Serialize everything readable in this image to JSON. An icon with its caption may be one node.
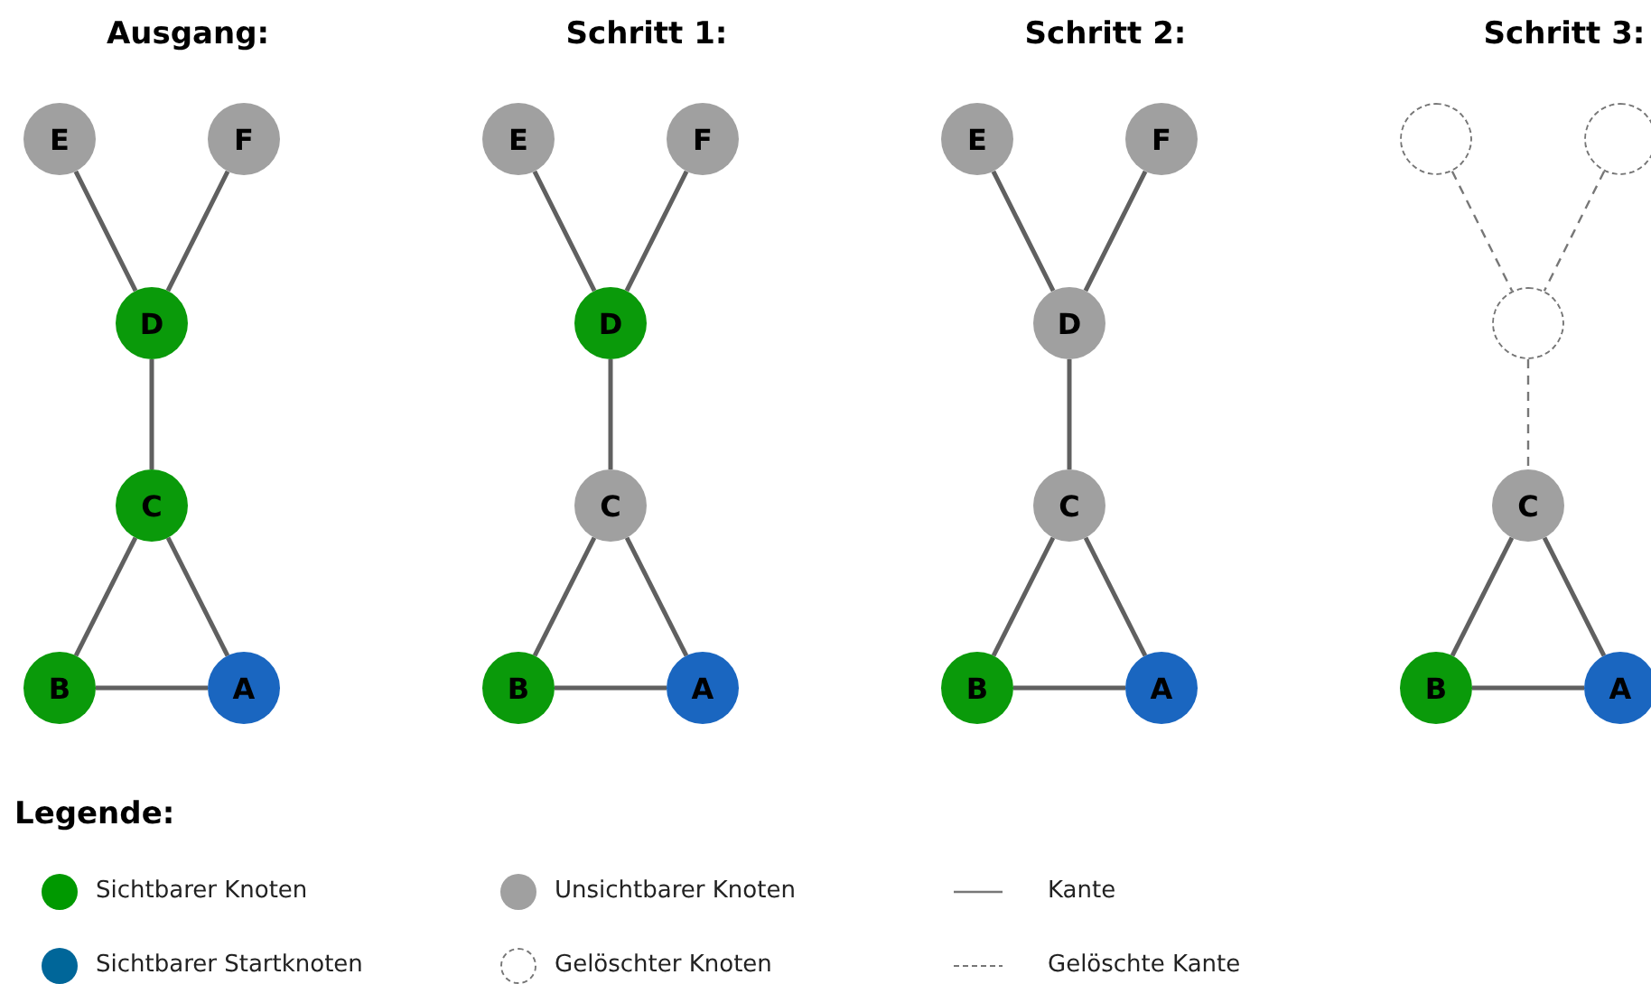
{
  "diagram": {
    "nodes": [
      {
        "text": [
          "E"
        ]
      },
      {
        "text": [
          "F"
        ]
      },
      {
        "text": [
          "D"
        ]
      },
      {
        "text": [
          "C"
        ]
      },
      {
        "text": [
          "B"
        ]
      },
      {
        "text": [
          "A"
        ]
      },
      {
        "text": [
          "E"
        ]
      },
      {
        "text": [
          "F"
        ]
      },
      {
        "text": [
          "D"
        ]
      },
      {
        "text": [
          "C"
        ]
      },
      {
        "text": [
          "B"
        ]
      },
      {
        "text": [
          "A"
        ]
      },
      {
        "text": [
          "E"
        ]
      },
      {
        "text": [
          "F"
        ]
      },
      {
        "text": [
          "D"
        ]
      },
      {
        "text": [
          "C"
        ]
      },
      {
        "text": [
          "B"
        ]
      },
      {
        "text": [
          "A"
        ]
      },
      {
        "text": [],
        "shape": "circle"
      },
      {
        "text": [],
        "shape": "circle"
      },
      {
        "text": [],
        "shape": "circle"
      },
      {
        "text": [
          "C"
        ]
      },
      {
        "text": [
          "B"
        ]
      },
      {
        "text": [
          "A"
        ]
      }
    ],
    "edges": [
      {
        "from": 0,
        "to": 2,
        "arrow": "none"
      },
      {
        "from": 1,
        "to": 2,
        "arrow": "none"
      },
      {
        "from": 2,
        "to": 3,
        "arrow": "none"
      },
      {
        "from": 3,
        "to": 4,
        "arrow": "none"
      },
      {
        "from": 3,
        "to": 5,
        "arrow": "none"
      },
      {
        "from": 4,
        "to": 5,
        "arrow": "none"
      },
      {
        "from": 6,
        "to": 8,
        "arrow": "none"
      },
      {
        "from": 7,
        "to": 8,
        "arrow": "none"
      },
      {
        "from": 8,
        "to": 9,
        "arrow": "none"
      },
      {
        "from": 9,
        "to": 10,
        "arrow": "none"
      },
      {
        "from": 9,
        "to": 11,
        "arrow": "none"
      },
      {
        "from": 10,
        "to": 11,
        "arrow": "none"
      },
      {
        "from": 12,
        "to": 14,
        "arrow": "none"
      },
      {
        "from": 13,
        "to": 14,
        "arrow": "none"
      },
      {
        "from": 14,
        "to": 15,
        "arrow": "none"
      },
      {
        "from": 15,
        "to": 16,
        "arrow": "none"
      },
      {
        "from": 15,
        "to": 17,
        "arrow": "none"
      },
      {
        "from": 16,
        "to": 17,
        "arrow": "none"
      },
      {
        "from": 18,
        "to": 20,
        "arrow": "none",
        "style": "dashed",
        "color": "#777777"
      },
      {
        "from": 19,
        "to": 20,
        "arrow": "none",
        "style": "dashed",
        "color": "#777777"
      },
      {
        "from": 20,
        "to": 21,
        "arrow": "none",
        "style": "dashed",
        "color": "#777777"
      },
      {
        "from": 21,
        "to": 22,
        "arrow": "none"
      },
      {
        "from": 21,
        "to": 23,
        "arrow": "none"
      },
      {
        "from": 22,
        "to": 23,
        "arrow": "none"
      }
    ],
    "labels": [
      "Ausgang:",
      "Schritt 1:",
      "Schritt 2:",
      "Schritt 3:",
      "Legende:"
    ],
    "legend": [
      {
        "text": "Sichtbarer Knoten",
        "color": "#009900"
      },
      {
        "text": "Unsichtbarer Knoten",
        "color": "#a0a0a0"
      },
      {
        "text": "Kante"
      },
      {
        "text": "Sichtbarer Startknoten",
        "color": "#006699"
      },
      {
        "text": "Gelöschter Knoten"
      },
      {
        "text": "Gelöschte Kante"
      }
    ]
  }
}
